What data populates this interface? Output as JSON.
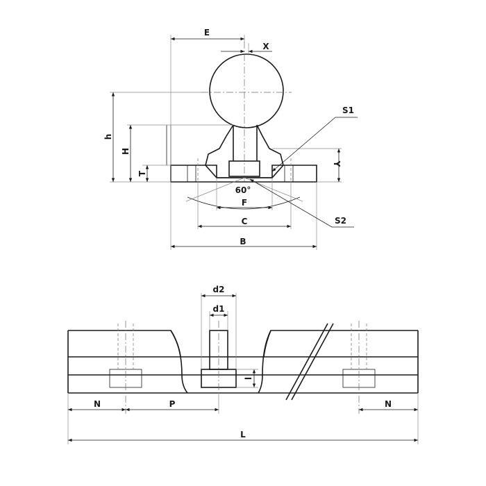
{
  "labels": {
    "E": "E",
    "X": "X",
    "S1": "S1",
    "S2": "S2",
    "h": "h",
    "H": "H",
    "T": "T",
    "Y": "Y",
    "angle": "60°",
    "F": "F",
    "C": "C",
    "B": "B",
    "d2": "d2",
    "d1": "d1",
    "l": "l",
    "N_left": "N",
    "P": "P",
    "N_right": "N",
    "L": "L"
  },
  "colors": {
    "ink": "#1a1a1a",
    "background": "#ffffff"
  }
}
